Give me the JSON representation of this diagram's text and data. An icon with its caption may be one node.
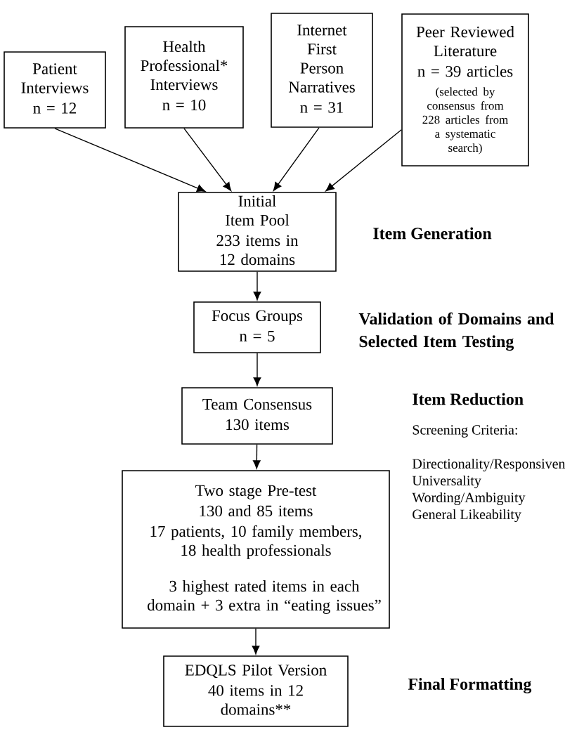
{
  "diagram": {
    "nodes": [
      {
        "text": [
          "Patient Interviews",
          "n = 12"
        ]
      },
      {
        "text": [
          "Health Professional* Interviews",
          "n = 10"
        ]
      },
      {
        "text": [
          "Internet First Person Narratives",
          "n = 31"
        ]
      },
      {
        "text": [
          "Peer Reviewed Literature",
          "n = 39 articles",
          "(selected by consensus from 228 articles from a systematic search)"
        ]
      },
      {
        "text": [
          "Initial Item Pool",
          "233 items in 12 domains"
        ]
      },
      {
        "text": [
          "Focus Groups",
          "n = 5"
        ]
      },
      {
        "text": [
          "Team Consensus",
          "130 items"
        ]
      },
      {
        "text": [
          "Two stage Pre-test",
          "130 and 85 items",
          "17 patients, 10 family members, 18 health professionals",
          "3 highest rated items in each domain + 3 extra in “eating issues”"
        ]
      },
      {
        "text": [
          "EDQLS Pilot Version",
          "40 items in 12 domains**"
        ]
      }
    ],
    "edges": [
      {
        "from": 0,
        "to": 4,
        "arrow": "to"
      },
      {
        "from": 1,
        "to": 4,
        "arrow": "to"
      },
      {
        "from": 2,
        "to": 4,
        "arrow": "to"
      },
      {
        "from": 3,
        "to": 4,
        "arrow": "to"
      },
      {
        "from": 4,
        "to": 5,
        "arrow": "to"
      },
      {
        "from": 5,
        "to": 6,
        "arrow": "to"
      },
      {
        "from": 6,
        "to": 7,
        "arrow": "to"
      },
      {
        "from": 7,
        "to": 8,
        "arrow": "to"
      }
    ],
    "labels": [
      "Item Generation",
      "Validation of Domains and Selected Item Testing",
      "Item Reduction",
      "Screening Criteria:",
      "Directionality/Responsiven",
      "Universality",
      "Wording/Ambiguity",
      "General Likeability",
      "Final Formatting"
    ]
  }
}
